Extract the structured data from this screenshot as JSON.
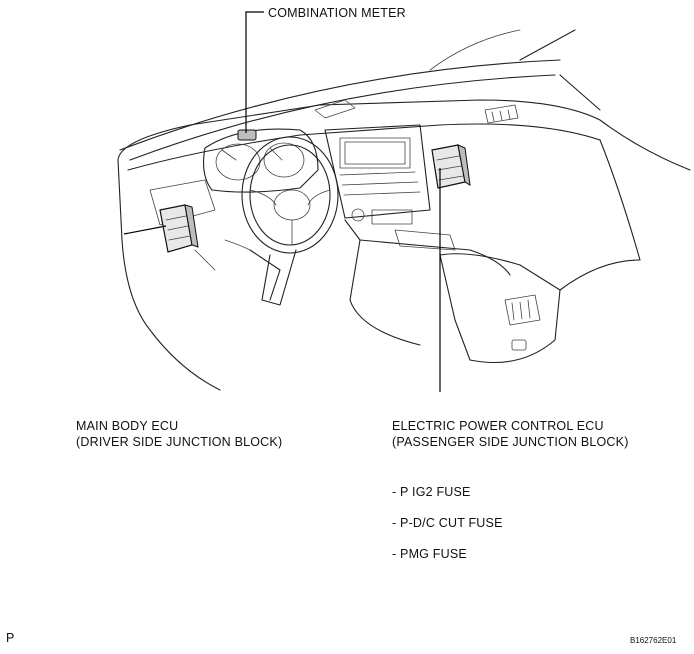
{
  "labels": {
    "combination_meter": "COMBINATION METER",
    "main_body_ecu": "MAIN BODY ECU",
    "driver_side_jb": "(DRIVER SIDE JUNCTION BLOCK)",
    "electric_power_control_ecu": "ELECTRIC POWER CONTROL ECU",
    "passenger_side_jb": "(PASSENGER SIDE JUNCTION BLOCK)"
  },
  "fuses": [
    "- P IG2 FUSE",
    "- P-D/C CUT FUSE",
    "- PMG FUSE"
  ],
  "footer": {
    "corner_letter": "P",
    "figure_code": "B162762E01"
  }
}
